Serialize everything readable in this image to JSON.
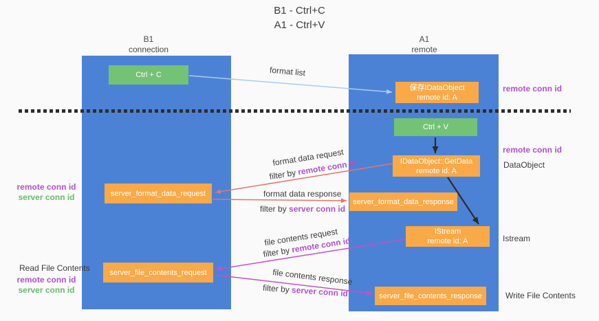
{
  "title": {
    "line1": "B1 - Ctrl+C",
    "line2": "A1 - Ctrl+V"
  },
  "lanes": {
    "left": {
      "name": "B1",
      "role": "connection"
    },
    "right": {
      "name": "A1",
      "role": "remote"
    }
  },
  "nodes": {
    "ctrl_c": {
      "label": "Ctrl + C"
    },
    "save_idataobject": {
      "line1": "保存IDataObject",
      "line2": "remote id: A"
    },
    "ctrl_v": {
      "label": "Ctrl + V"
    },
    "getdata": {
      "line1": "IDataObject::GetData",
      "line2": "remote id: A"
    },
    "server_format_data_request": {
      "label": "server_format_data_request"
    },
    "server_format_data_response": {
      "label": "server_format_data_response"
    },
    "istream": {
      "line1": "IStream",
      "line2": "remote id: A"
    },
    "server_file_contents_request": {
      "label": "server_file_contents_request"
    },
    "server_file_contents_response": {
      "label": "server_file_contents_response"
    }
  },
  "flow_labels": {
    "format_list": "format list",
    "format_request": {
      "title": "format data request",
      "prefix": "filter by ",
      "key": "remote conn id"
    },
    "format_response": {
      "title": "format data response",
      "prefix": "filter by ",
      "key": "server conn id"
    },
    "file_request": {
      "title": "file contents request",
      "prefix": "filter by ",
      "key": "remote conn id"
    },
    "file_response": {
      "title": "file contents response",
      "prefix": "filter by ",
      "key": "server conn id"
    }
  },
  "margin_labels": {
    "right_conn_top": "remote conn id",
    "right_conn_mid": "remote conn id",
    "dataobject": "DataObject",
    "istream": "Istream",
    "write_file_contents": "Write File Contents",
    "left_remote_conn_1": "remote conn id",
    "left_server_conn_1": "server conn id",
    "read_file_contents": "Read File Contents",
    "left_remote_conn_2": "remote conn id",
    "left_server_conn_2": "server conn id"
  },
  "colors": {
    "lane_blue": "#4C82D6",
    "box_green": "#74C276",
    "box_orange": "#F9A947",
    "arrow_red": "#E8736B",
    "arrow_magenta": "#C94FC5",
    "arrow_lightblue": "#A9CCEF",
    "arrow_black": "#2b2b2b",
    "label_purple": "#AE53C9",
    "label_green": "#67BD68",
    "background": "#FAFAFA"
  }
}
